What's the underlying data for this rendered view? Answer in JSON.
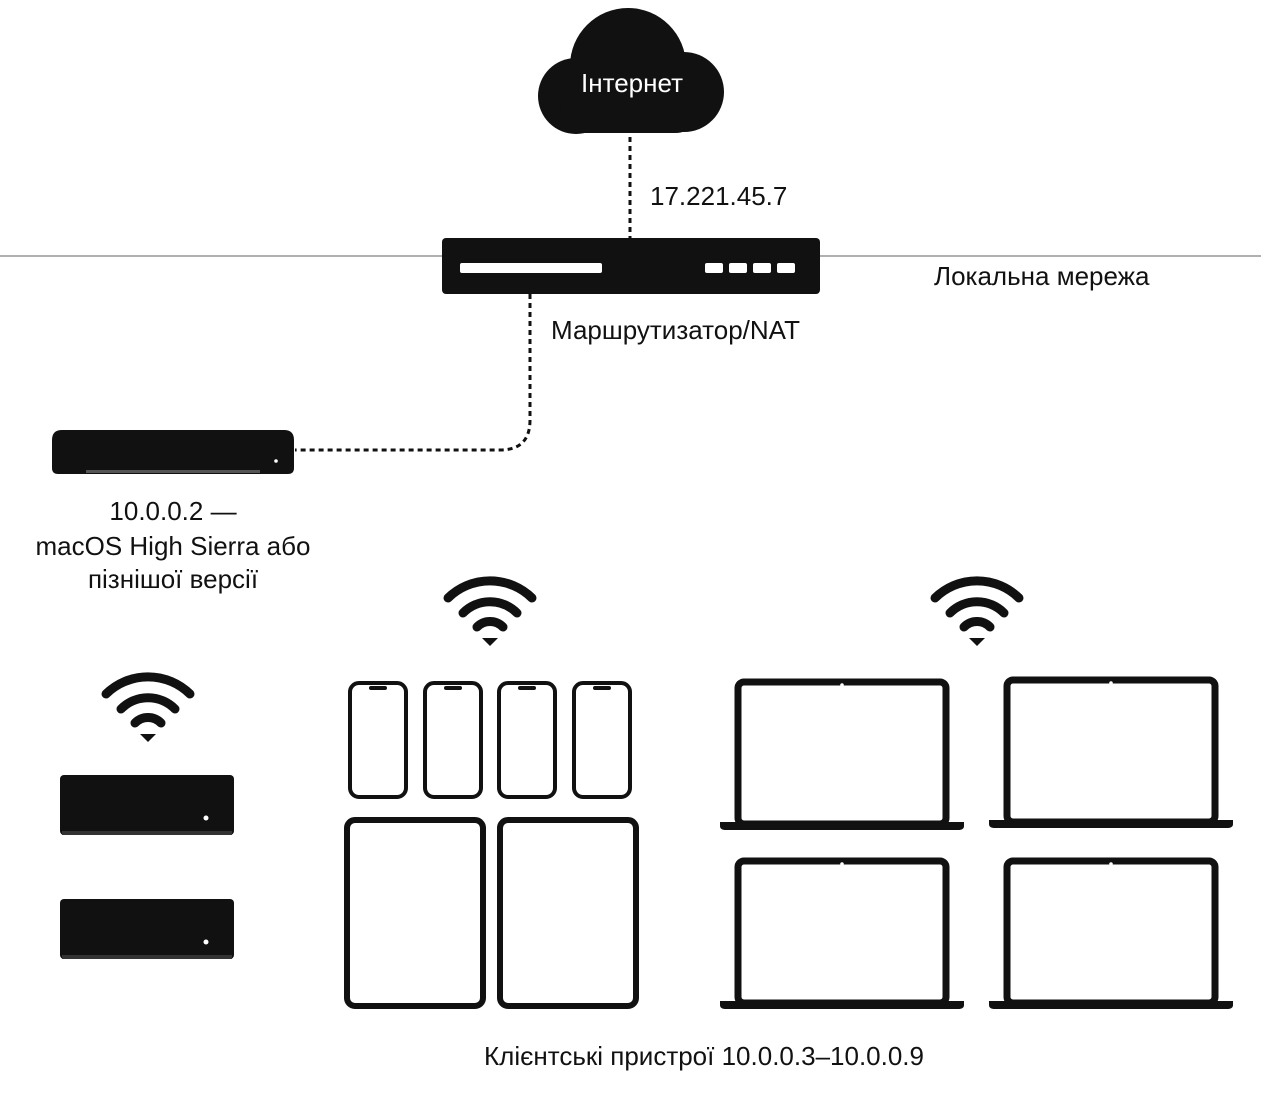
{
  "labels": {
    "internet": "Інтернет",
    "public_ip": "17.221.45.7",
    "local_network": "Локальна мережа",
    "router": "Маршрутизатор/NAT",
    "server_line1": "10.0.0.2 —",
    "server_line2": "macOS High Sierra або",
    "server_line3": "пізнішої версії",
    "clients": "Клієнтські пристрої 10.0.0.3–10.0.0.9"
  },
  "icons": {
    "cloud": "cloud-icon",
    "router": "router-icon",
    "server": "mac-mini-icon",
    "wifi": "wifi-icon",
    "phone": "iphone-icon",
    "tablet": "ipad-icon",
    "laptop": "macbook-icon",
    "apple_tv": "apple-tv-icon"
  },
  "colors": {
    "device": "#111111",
    "line": "#b0b0b0",
    "background": "#ffffff"
  }
}
